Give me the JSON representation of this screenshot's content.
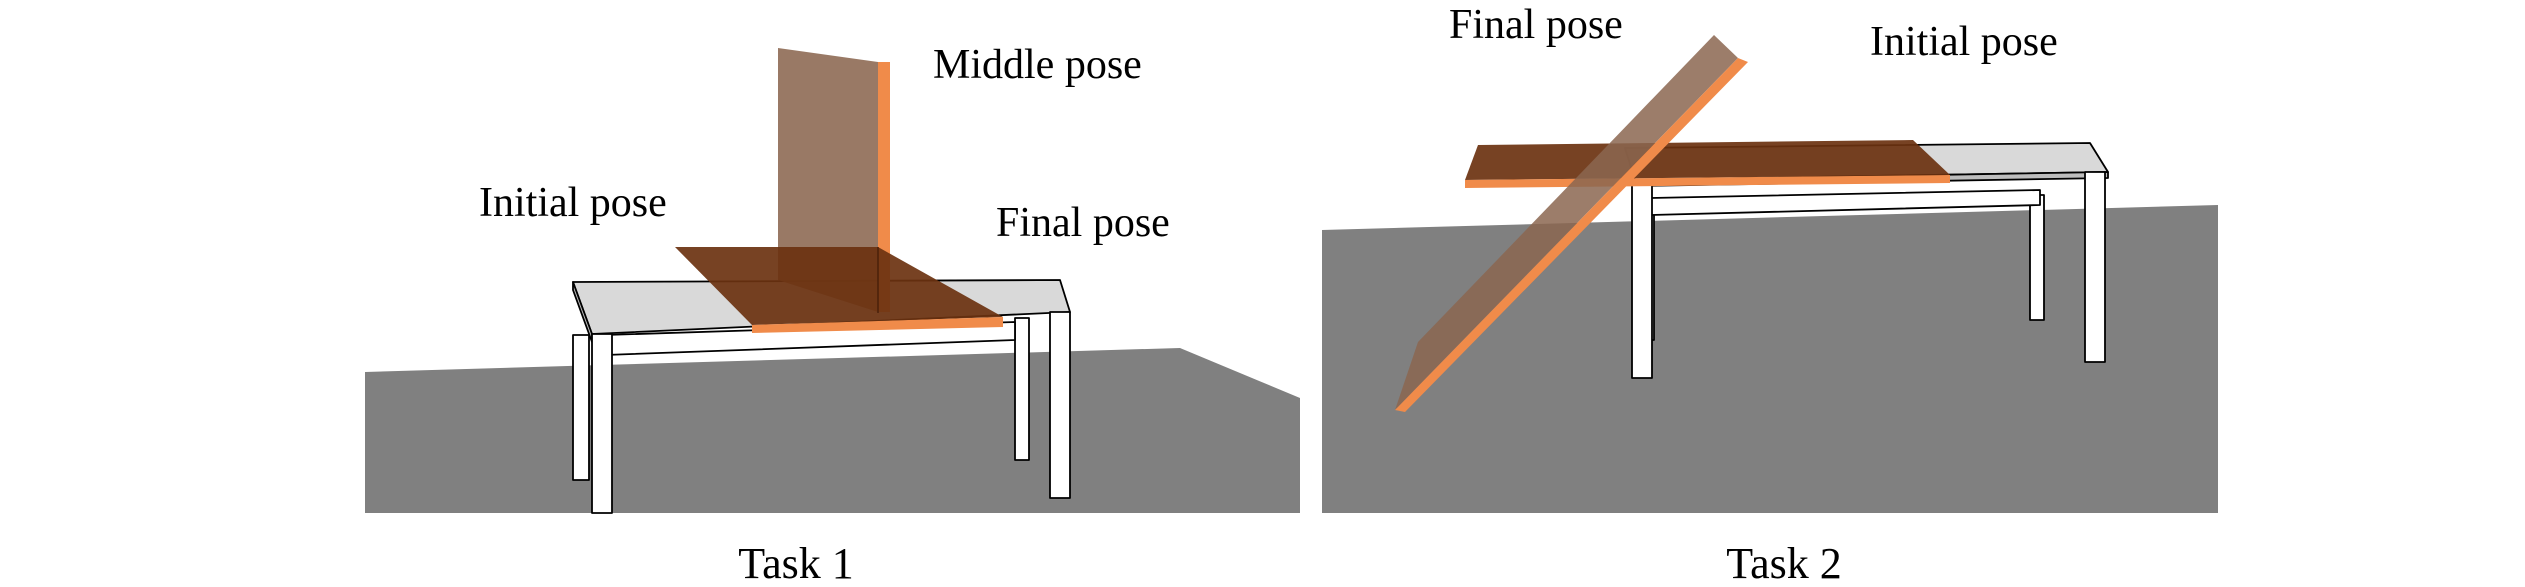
{
  "panels": [
    {
      "caption": "Task 1",
      "labels": {
        "initial": "Initial pose",
        "middle": "Middle pose",
        "final": "Final pose"
      }
    },
    {
      "caption": "Task 2",
      "labels": {
        "final": "Final pose",
        "initial": "Initial pose"
      }
    }
  ],
  "colors": {
    "ground": "#808080",
    "table_top": "#d9d9d9",
    "table_leg": "#ffffff",
    "board_dark": "#6b3210",
    "board_edge": "#f08b4a",
    "board_ghost": "#8b6650"
  }
}
